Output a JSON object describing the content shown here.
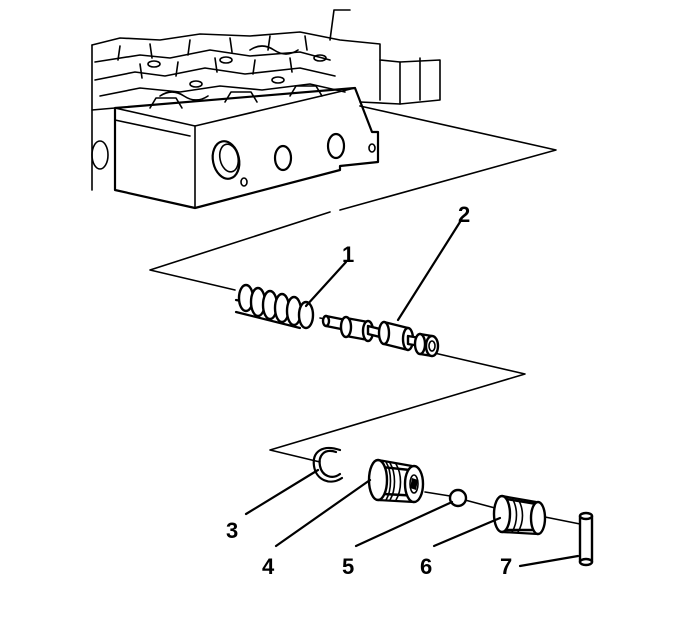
{
  "diagram": {
    "callouts": [
      {
        "id": "1",
        "label": "1"
      },
      {
        "id": "2",
        "label": "2"
      },
      {
        "id": "3",
        "label": "3"
      },
      {
        "id": "4",
        "label": "4"
      },
      {
        "id": "5",
        "label": "5"
      },
      {
        "id": "6",
        "label": "6"
      },
      {
        "id": "7",
        "label": "7"
      }
    ],
    "parts": [
      {
        "callout": "1",
        "component": "spring-icon"
      },
      {
        "callout": "2",
        "component": "valve-spool-icon"
      },
      {
        "callout": "3",
        "component": "snap-ring-icon"
      },
      {
        "callout": "4",
        "component": "valve-sleeve-icon"
      },
      {
        "callout": "5",
        "component": "check-ball-icon"
      },
      {
        "callout": "6",
        "component": "plug-icon"
      },
      {
        "callout": "7",
        "component": "retaining-pin-icon"
      }
    ],
    "colors": {
      "ink": "#000000",
      "paper": "#ffffff"
    }
  }
}
